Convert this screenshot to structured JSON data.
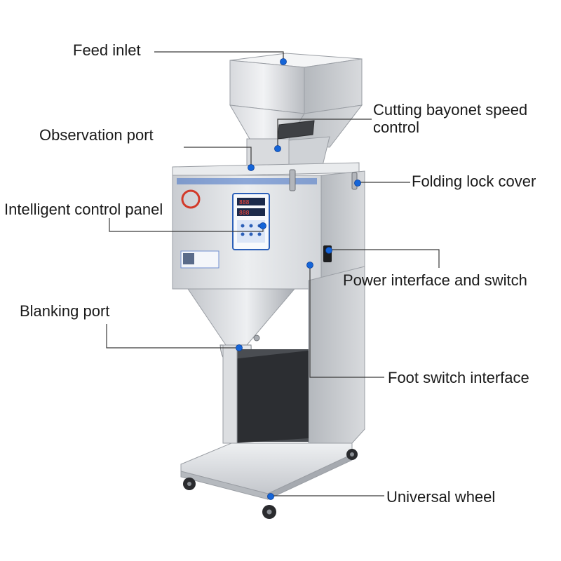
{
  "labels": {
    "feed_inlet": "Feed inlet",
    "cutting_bayonet_line1": "Cutting bayonet speed",
    "cutting_bayonet_line2": "control",
    "observation_port": "Observation port",
    "folding_lock_cover": "Folding lock cover",
    "intelligent_control_panel": "Intelligent control panel",
    "power_interface_switch": "Power interface and switch",
    "blanking_port": "Blanking port",
    "foot_switch_interface": "Foot switch interface",
    "universal_wheel": "Universal wheel"
  },
  "colors": {
    "marker": "#1565d8",
    "leader": "#3a3a3a",
    "steel_light": "#e4e6ea",
    "steel_mid": "#c5c8cd",
    "steel_dark": "#8c9096",
    "panel_blue": "#2b5fb8"
  }
}
